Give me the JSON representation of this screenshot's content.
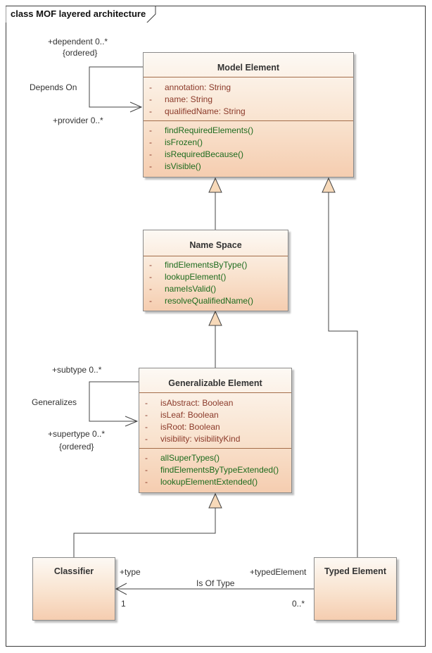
{
  "diagram": {
    "title": "class MOF layered architecture",
    "classes": {
      "model_element": {
        "name": "Model Element",
        "attributes": [
          {
            "vis": "-",
            "text": "annotation: String"
          },
          {
            "vis": "-",
            "text": "name: String"
          },
          {
            "vis": "-",
            "text": "qualifiedName: String"
          }
        ],
        "operations": [
          {
            "vis": "-",
            "text": "findRequiredElements()"
          },
          {
            "vis": "-",
            "text": "isFrozen()"
          },
          {
            "vis": "-",
            "text": "isRequiredBecause()"
          },
          {
            "vis": "-",
            "text": "isVisible()"
          }
        ]
      },
      "name_space": {
        "name": "Name Space",
        "operations": [
          {
            "vis": "-",
            "text": "findElementsByType()"
          },
          {
            "vis": "-",
            "text": "lookupElement()"
          },
          {
            "vis": "-",
            "text": "nameIsValid()"
          },
          {
            "vis": "-",
            "text": "resolveQualifiedName()"
          }
        ]
      },
      "generalizable_element": {
        "name": "Generalizable Element",
        "attributes": [
          {
            "vis": "-",
            "text": "isAbstract: Boolean"
          },
          {
            "vis": "-",
            "text": "isLeaf: Boolean"
          },
          {
            "vis": "-",
            "text": "isRoot: Boolean"
          },
          {
            "vis": "-",
            "text": "visibility: visibilityKind"
          }
        ],
        "operations": [
          {
            "vis": "-",
            "text": "allSuperTypes()"
          },
          {
            "vis": "-",
            "text": "findElementsByTypeExtended()"
          },
          {
            "vis": "-",
            "text": "lookupElementExtended()"
          }
        ]
      },
      "classifier": {
        "name": "Classifier"
      },
      "typed_element": {
        "name": "Typed Element"
      }
    },
    "labels": {
      "depends_on": "Depends On",
      "dependent_role": "+dependent 0..*",
      "dependent_ordered": "{ordered}",
      "provider_role": "+provider 0..*",
      "generalizes": "Generalizes",
      "subtype_role": "+subtype 0..*",
      "supertype_role": "+supertype 0..*",
      "supertype_ordered": "{ordered}",
      "is_of_type": "Is Of Type",
      "type_role": "+type",
      "type_mult": "1",
      "typed_element_role": "+typedElement",
      "typed_element_mult": "0..*"
    }
  }
}
